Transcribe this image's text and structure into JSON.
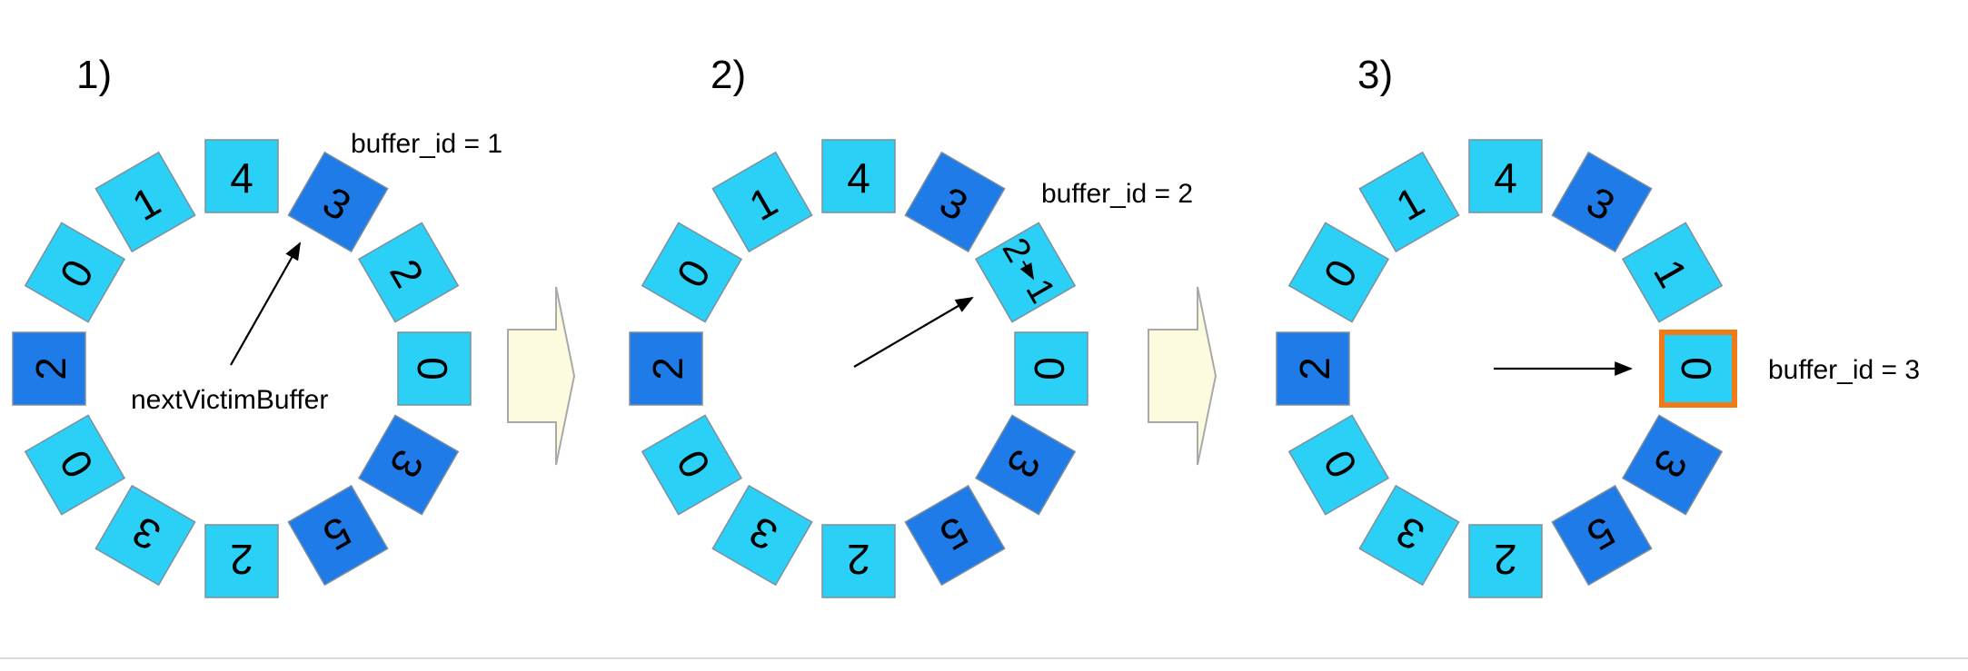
{
  "colors": {
    "light_tile": "#2ad0f5",
    "dark_tile": "#1f7be8",
    "tile_stroke": "#7f8f9c",
    "highlight": "#f07a18",
    "arrow_fill": "#fcfbe0",
    "arrow_stroke": "#a9a9a9"
  },
  "panels": [
    {
      "label": "1)",
      "annotation": "buffer_id = 1",
      "pointer_label": "nextVictimBuffer",
      "tiles": [
        {
          "text": "4",
          "tone": "light"
        },
        {
          "text": "3",
          "tone": "dark"
        },
        {
          "text": "2",
          "tone": "light"
        },
        {
          "text": "0",
          "tone": "light"
        },
        {
          "text": "3",
          "tone": "dark"
        },
        {
          "text": "5",
          "tone": "dark"
        },
        {
          "text": "2",
          "tone": "light"
        },
        {
          "text": "3",
          "tone": "light"
        },
        {
          "text": "0",
          "tone": "light"
        },
        {
          "text": "2",
          "tone": "dark"
        },
        {
          "text": "0",
          "tone": "light"
        },
        {
          "text": "1",
          "tone": "light"
        }
      ]
    },
    {
      "label": "2)",
      "annotation": "buffer_id = 2",
      "pointer_label": "",
      "tiles": [
        {
          "text": "4",
          "tone": "light"
        },
        {
          "text": "3",
          "tone": "dark"
        },
        {
          "text": "1",
          "tone": "light",
          "old_text": "2"
        },
        {
          "text": "0",
          "tone": "light"
        },
        {
          "text": "3",
          "tone": "dark"
        },
        {
          "text": "5",
          "tone": "dark"
        },
        {
          "text": "2",
          "tone": "light"
        },
        {
          "text": "3",
          "tone": "light"
        },
        {
          "text": "0",
          "tone": "light"
        },
        {
          "text": "2",
          "tone": "dark"
        },
        {
          "text": "0",
          "tone": "light"
        },
        {
          "text": "1",
          "tone": "light"
        }
      ]
    },
    {
      "label": "3)",
      "annotation": "buffer_id = 3",
      "pointer_label": "",
      "tiles": [
        {
          "text": "4",
          "tone": "light"
        },
        {
          "text": "3",
          "tone": "dark"
        },
        {
          "text": "1",
          "tone": "light"
        },
        {
          "text": "0",
          "tone": "light",
          "highlighted": true
        },
        {
          "text": "3",
          "tone": "dark"
        },
        {
          "text": "5",
          "tone": "dark"
        },
        {
          "text": "2",
          "tone": "light"
        },
        {
          "text": "3",
          "tone": "light"
        },
        {
          "text": "0",
          "tone": "light"
        },
        {
          "text": "2",
          "tone": "dark"
        },
        {
          "text": "0",
          "tone": "light"
        },
        {
          "text": "1",
          "tone": "light"
        }
      ]
    }
  ]
}
